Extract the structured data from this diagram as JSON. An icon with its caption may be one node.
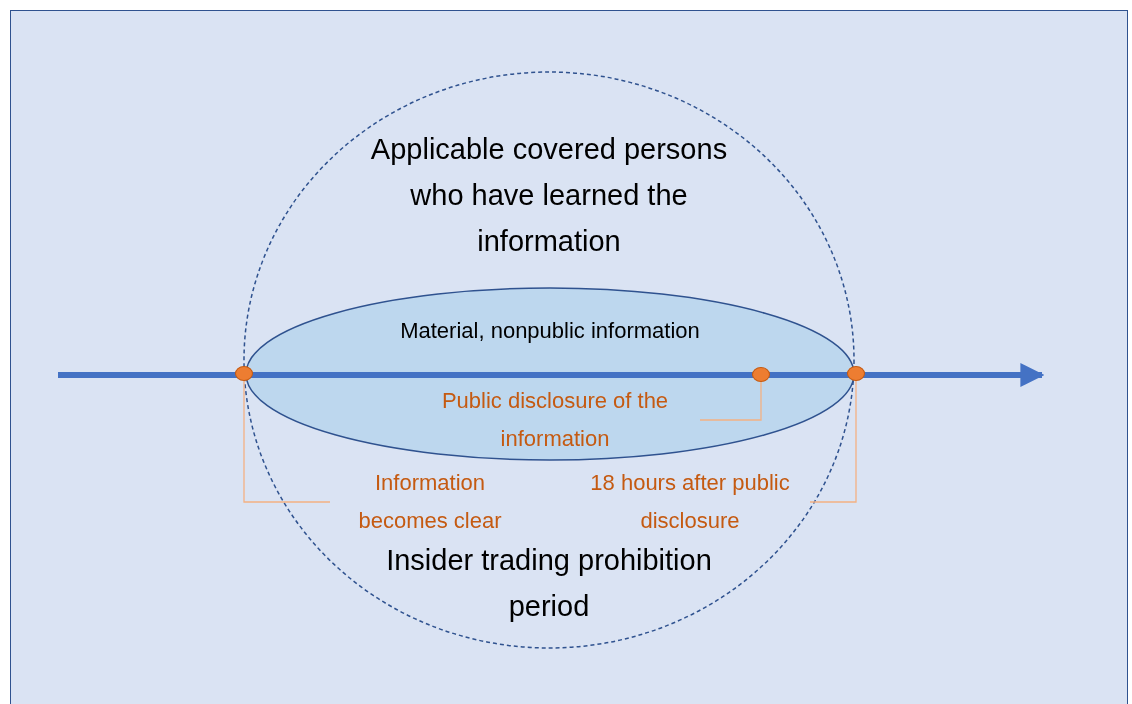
{
  "diagram": {
    "nodes": [
      {
        "text": [
          "Applicable covered persons who have learned the information",
          "Insider trading prohibition period"
        ]
      },
      {
        "text": [
          "Material, nonpublic information"
        ],
        "in": 0
      },
      {
        "text": [],
        "shape": "circle"
      },
      {
        "text": [],
        "shape": "circle",
        "in": 1
      },
      {
        "text": [],
        "shape": "circle"
      },
      {
        "text": [
          "Information becomes clear"
        ],
        "in": 0
      },
      {
        "text": [
          "Public disclosure of the information"
        ],
        "in": 1
      },
      {
        "text": [
          "18 hours after public disclosure"
        ],
        "in": 0
      }
    ],
    "edges": [
      {
        "from": 5,
        "to": 2,
        "arrow": "none"
      },
      {
        "from": 6,
        "to": 3,
        "arrow": "none"
      },
      {
        "from": 7,
        "to": 4,
        "arrow": "none"
      }
    ]
  }
}
